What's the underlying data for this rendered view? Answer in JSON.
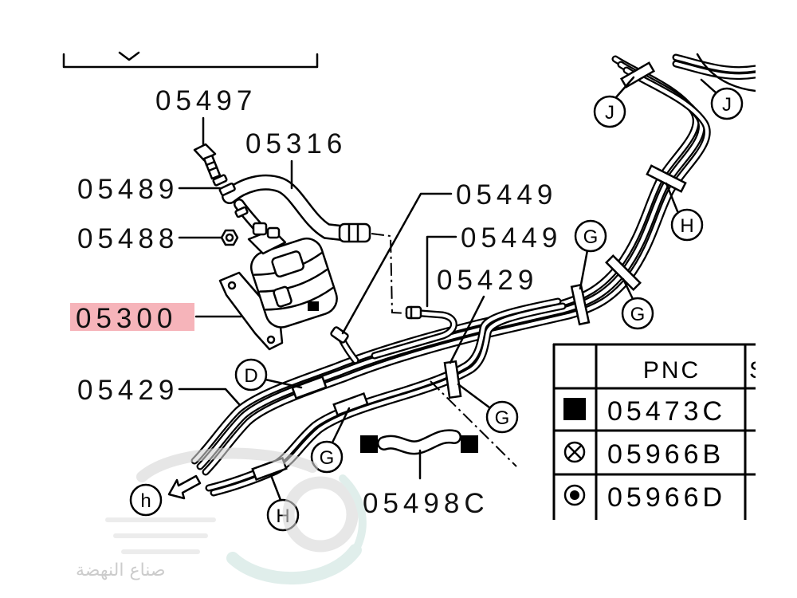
{
  "diagram": {
    "part_labels": [
      {
        "text": "05497",
        "highlighted": false
      },
      {
        "text": "05316",
        "highlighted": false
      },
      {
        "text": "05489",
        "highlighted": false
      },
      {
        "text": "05488",
        "highlighted": false
      },
      {
        "text": "05300",
        "highlighted": true
      },
      {
        "text": "05429",
        "highlighted": false
      },
      {
        "text": "05449",
        "highlighted": false
      },
      {
        "text": "05449",
        "highlighted": false
      },
      {
        "text": "05429",
        "highlighted": false
      },
      {
        "text": "05498C",
        "highlighted": false
      }
    ],
    "highlight_color": "#f6b4ba",
    "callouts": [
      "J",
      "J",
      "H",
      "G",
      "G",
      "D",
      "G",
      "G",
      "h",
      "H"
    ]
  },
  "legend_table": {
    "header_pnc": "PNC",
    "header_next_partial": "S",
    "rows": [
      {
        "symbol_icon": "filled-square-icon",
        "pnc": "05473C"
      },
      {
        "symbol_icon": "circle-x-icon",
        "pnc": "05966B"
      },
      {
        "symbol_icon": "circle-dot-icon",
        "pnc": "05966D"
      }
    ]
  },
  "watermark": {
    "text": "صناع النهضة"
  }
}
